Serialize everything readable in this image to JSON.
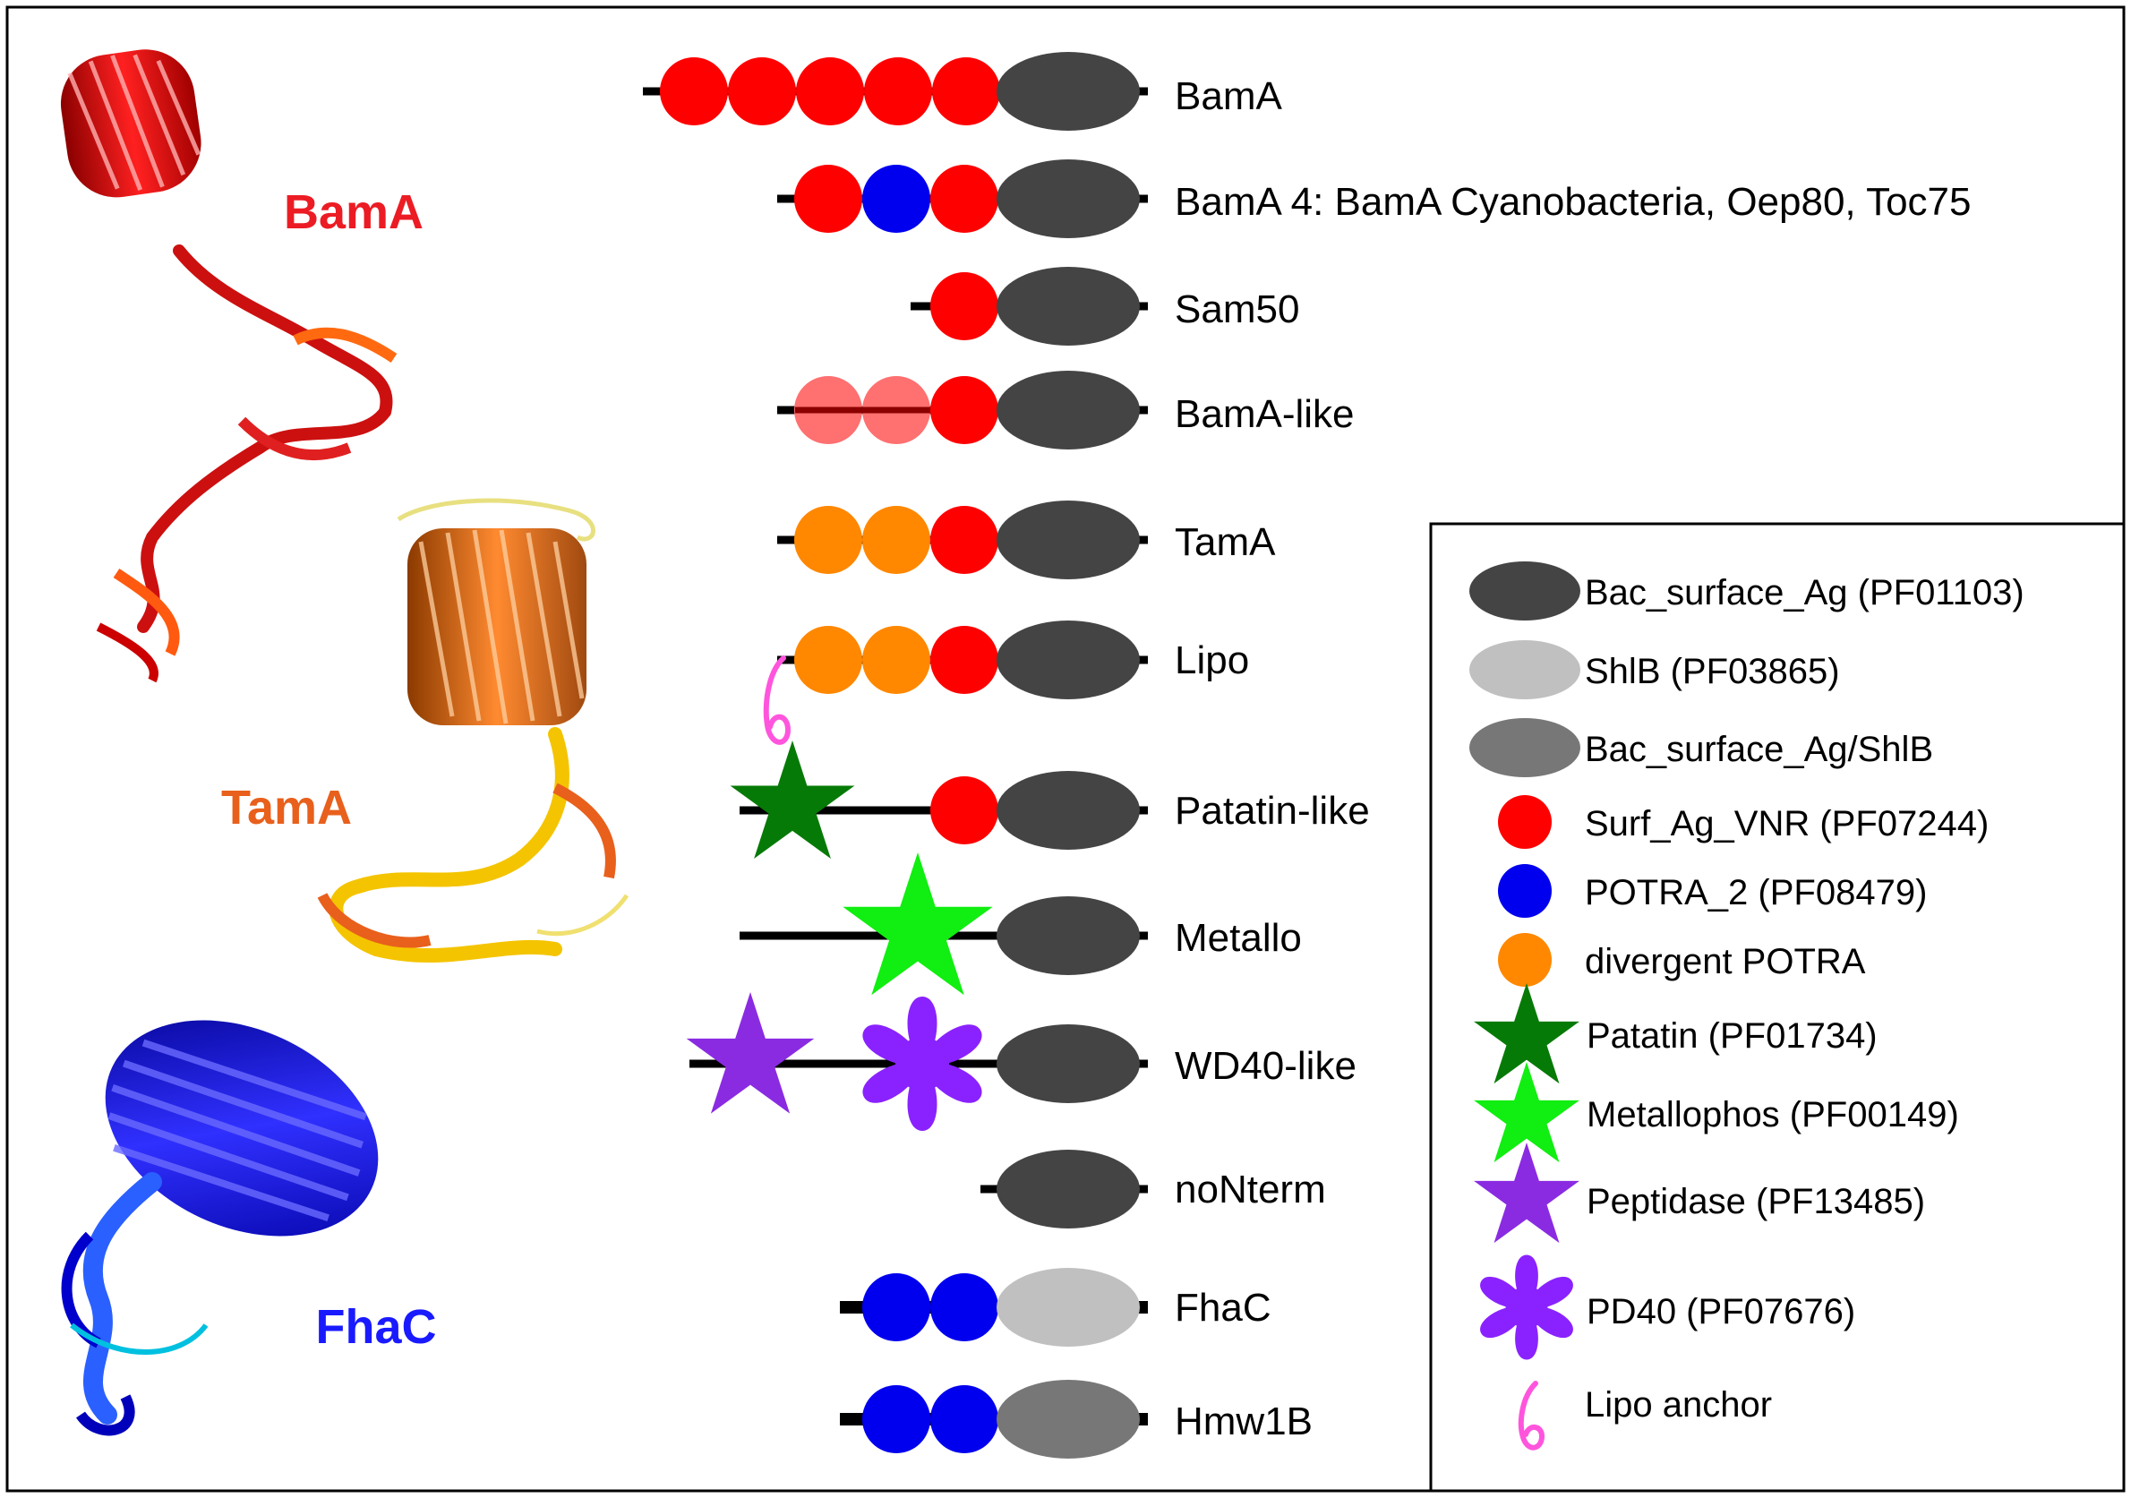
{
  "structures": [
    {
      "label": "BamA",
      "color": "#ec1c24"
    },
    {
      "label": "TamA",
      "color": "#e8601c"
    },
    {
      "label": "FhaC",
      "color": "#1a1aff"
    }
  ],
  "proteins": [
    {
      "label": "BamA"
    },
    {
      "label": "BamA 4: BamA Cyanobacteria, Oep80, Toc75"
    },
    {
      "label": "Sam50"
    },
    {
      "label": "BamA-like"
    },
    {
      "label": "TamA"
    },
    {
      "label": "Lipo"
    },
    {
      "label": "Patatin-like"
    },
    {
      "label": "Metallo"
    },
    {
      "label": "WD40-like"
    },
    {
      "label": "noNterm"
    },
    {
      "label": "FhaC"
    },
    {
      "label": "Hmw1B"
    }
  ],
  "legend": {
    "items": [
      {
        "label": "Bac_surface_Ag (PF01103)",
        "symbol": "ellipse",
        "color": "#444444"
      },
      {
        "label": "ShlB (PF03865)",
        "symbol": "ellipse",
        "color": "#c0c0c0"
      },
      {
        "label": "Bac_surface_Ag/ShlB",
        "symbol": "ellipse",
        "color": "#777777"
      },
      {
        "label": "Surf_Ag_VNR (PF07244)",
        "symbol": "circle",
        "color": "#ff0000"
      },
      {
        "label": "POTRA_2 (PF08479)",
        "symbol": "circle",
        "color": "#0000ee"
      },
      {
        "label": "divergent POTRA",
        "symbol": "circle",
        "color": "#ff8800"
      },
      {
        "label": "Patatin (PF01734)",
        "symbol": "star",
        "color": "#067a06"
      },
      {
        "label": "Metallophos (PF00149)",
        "symbol": "star",
        "color": "#11ee11"
      },
      {
        "label": "Peptidase (PF13485)",
        "symbol": "star",
        "color": "#8a2be2"
      },
      {
        "label": "PD40 (PF07676)",
        "symbol": "flower",
        "color": "#8a22ff"
      },
      {
        "label": "Lipo anchor",
        "symbol": "lipo",
        "color": "#ff55dd"
      }
    ]
  }
}
